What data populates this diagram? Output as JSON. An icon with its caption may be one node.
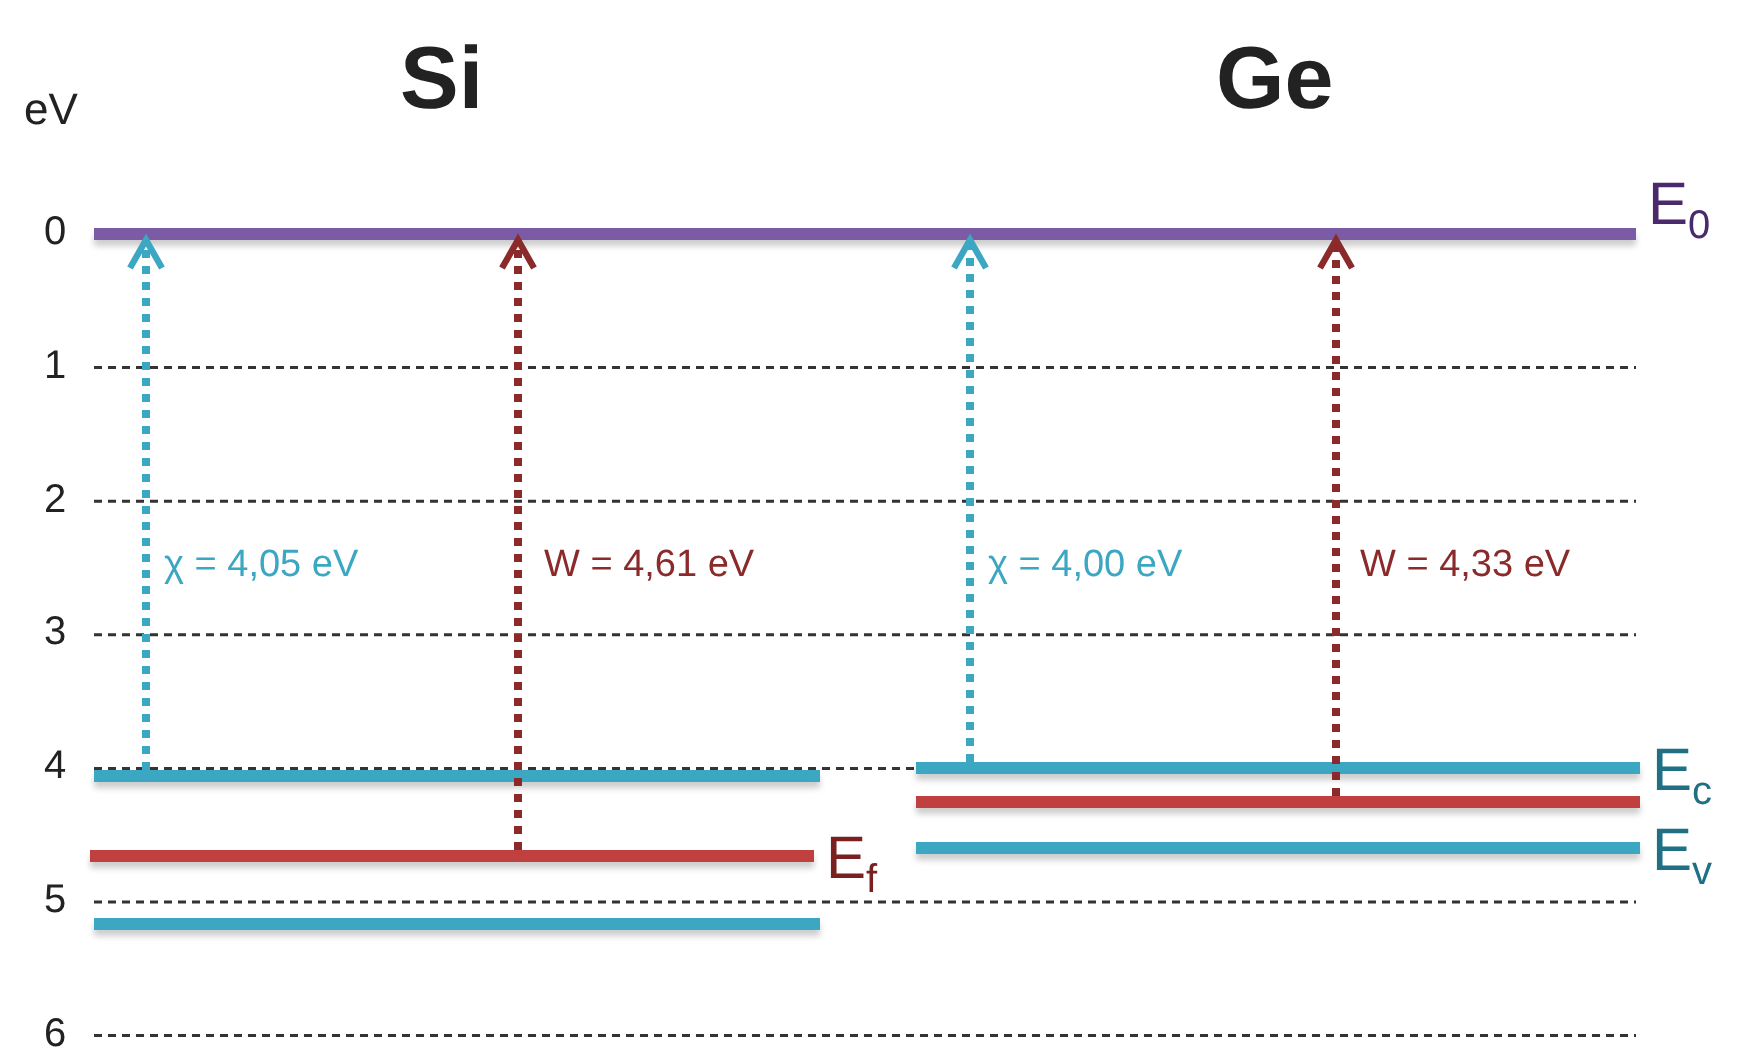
{
  "diagram": {
    "nodes": [
      {
        "text": [],
        "shape": "bar",
        "beside": [
          "E$_{0}$"
        ]
      },
      {
        "text": [],
        "shape": "bar"
      },
      {
        "text": [],
        "shape": "bar",
        "beside": [
          "E$_{f}$"
        ]
      },
      {
        "text": [],
        "shape": "bar"
      },
      {
        "text": [],
        "shape": "bar",
        "beside": [
          "E$_{c}$"
        ]
      },
      {
        "text": [],
        "shape": "bar"
      },
      {
        "text": [],
        "shape": "bar",
        "beside": [
          "E$_{v}$"
        ]
      }
    ],
    "edges": [
      {
        "from": 1,
        "to": 0,
        "arrow": "to",
        "label": "χ = 4,05 eV",
        "style": "dashed",
        "color": "#3ca7c2"
      },
      {
        "from": 2,
        "to": 0,
        "arrow": "to",
        "label": "W = 4,61 eV",
        "style": "dashed",
        "color": "#8b2a2a"
      },
      {
        "from": 4,
        "to": 0,
        "arrow": "to",
        "label": "χ = 4,00 eV",
        "style": "dashed",
        "color": "#3ca7c2"
      },
      {
        "from": 5,
        "to": 0,
        "arrow": "to",
        "label": "W = 4,33 eV",
        "style": "dashed",
        "color": "#8b2a2a"
      }
    ],
    "labels": [
      "eV",
      "Si",
      "Ge",
      "0",
      "1",
      "2",
      "3",
      "4",
      "5",
      "6"
    ]
  }
}
